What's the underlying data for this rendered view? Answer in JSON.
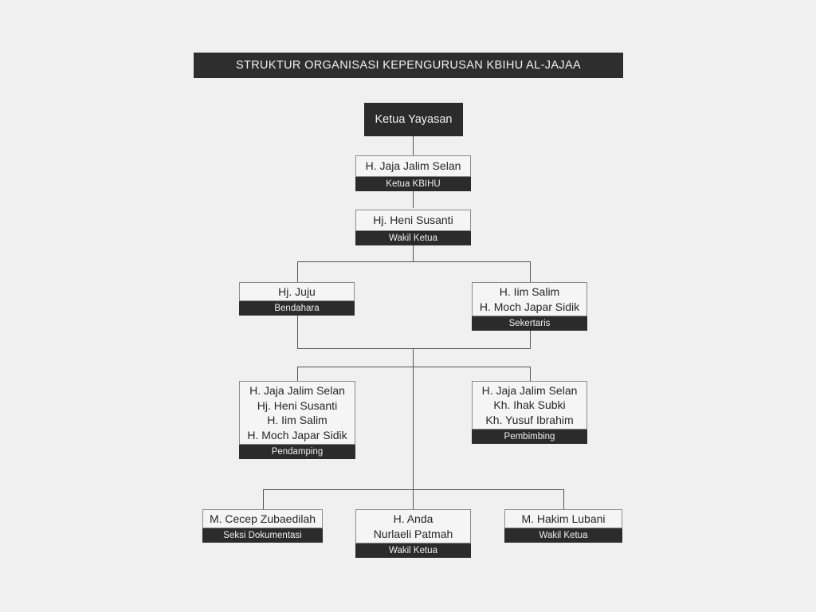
{
  "page": {
    "background_color": "#f0f0f0",
    "accent_dark": "#2b2b2b",
    "box_fill": "#f5f5f5",
    "line_color": "#555555"
  },
  "title": {
    "text": "STRUKTUR ORGANISASI KEPENGURUSAN KBIHU AL-JAJAA"
  },
  "nodes": {
    "root": {
      "name": "Ketua Yayasan"
    },
    "ketua_kbihu": {
      "line1": "H. Jaja Jalim Selan",
      "role": "Ketua KBIHU"
    },
    "wakil_ketua": {
      "line1": "Hj. Heni Susanti",
      "role": "Wakil Ketua"
    },
    "bendahara": {
      "line1": "Hj. Juju",
      "role": "Bendahara"
    },
    "sekertaris": {
      "line1": "H. Iim Salim",
      "line2": "H. Moch Japar Sidik",
      "role": "Sekertaris"
    },
    "pendamping": {
      "line1": "H. Jaja Jalim Selan",
      "line2": "Hj. Heni Susanti",
      "line3": "H. Iim Salim",
      "line4": "H. Moch Japar Sidik",
      "role": "Pendamping"
    },
    "pembimbing": {
      "line1": "H. Jaja Jalim Selan",
      "line2": "Kh. Ihak Subki",
      "line3": "Kh. Yusuf Ibrahim",
      "role": "Pembimbing"
    },
    "seksi_dokumentasi": {
      "line1": "M. Cecep Zubaedilah",
      "role": "Seksi Dokumentasi"
    },
    "wakil_ketua_anda": {
      "line1": "H. Anda",
      "line2": "Nurlaeli Patmah",
      "role": "Wakil Ketua"
    },
    "wakil_ketua_hakim": {
      "line1": "M. Hakim Lubani",
      "role": "Wakil Ketua"
    }
  }
}
